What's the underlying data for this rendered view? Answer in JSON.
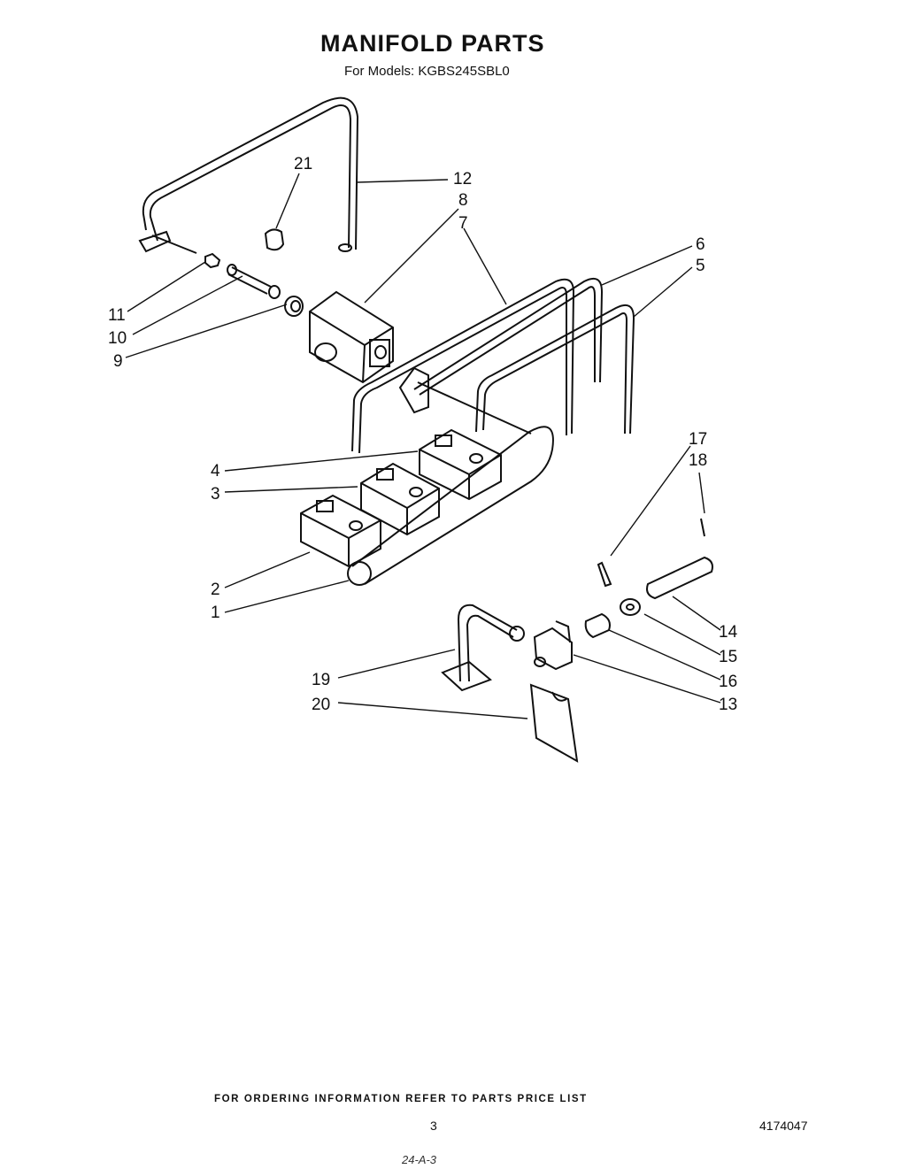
{
  "header": {
    "title": "MANIFOLD PARTS",
    "subtitle": "For Models: KGBS245SBL0"
  },
  "footer": {
    "note": "FOR ORDERING INFORMATION REFER TO PARTS PRICE LIST",
    "page_number": "3",
    "document_number": "4174047",
    "handwritten_mark": "24-A-3"
  },
  "callouts": [
    {
      "id": "c1",
      "label": "1"
    },
    {
      "id": "c2",
      "label": "2"
    },
    {
      "id": "c3",
      "label": "3"
    },
    {
      "id": "c4",
      "label": "4"
    },
    {
      "id": "c5",
      "label": "5"
    },
    {
      "id": "c6",
      "label": "6"
    },
    {
      "id": "c7",
      "label": "7"
    },
    {
      "id": "c8",
      "label": "8"
    },
    {
      "id": "c9",
      "label": "9"
    },
    {
      "id": "c10",
      "label": "10"
    },
    {
      "id": "c11",
      "label": "11"
    },
    {
      "id": "c12",
      "label": "12"
    },
    {
      "id": "c13",
      "label": "13"
    },
    {
      "id": "c14",
      "label": "14"
    },
    {
      "id": "c15",
      "label": "15"
    },
    {
      "id": "c16",
      "label": "16"
    },
    {
      "id": "c17",
      "label": "17"
    },
    {
      "id": "c18",
      "label": "18"
    },
    {
      "id": "c19",
      "label": "19"
    },
    {
      "id": "c20",
      "label": "20"
    },
    {
      "id": "c21",
      "label": "21"
    }
  ]
}
